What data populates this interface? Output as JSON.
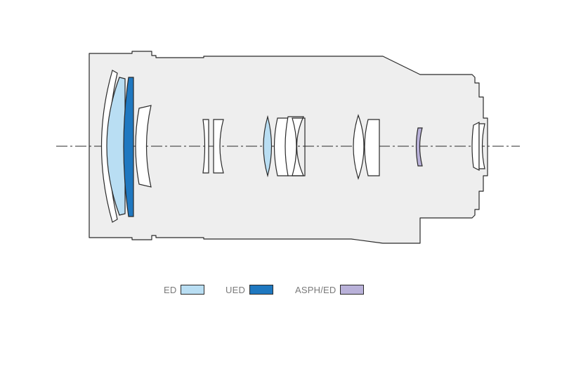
{
  "legend": [
    {
      "label": "ED",
      "color": "#b9def3"
    },
    {
      "label": "UED",
      "color": "#1f78c0"
    },
    {
      "label": "ASPH/ED",
      "color": "#b9b1d9"
    }
  ],
  "colors": {
    "barrel_fill": "#eeeeee",
    "outline": "#2a2a2a",
    "glass_fill": "#ffffff",
    "axis": "#2a2a2a"
  }
}
